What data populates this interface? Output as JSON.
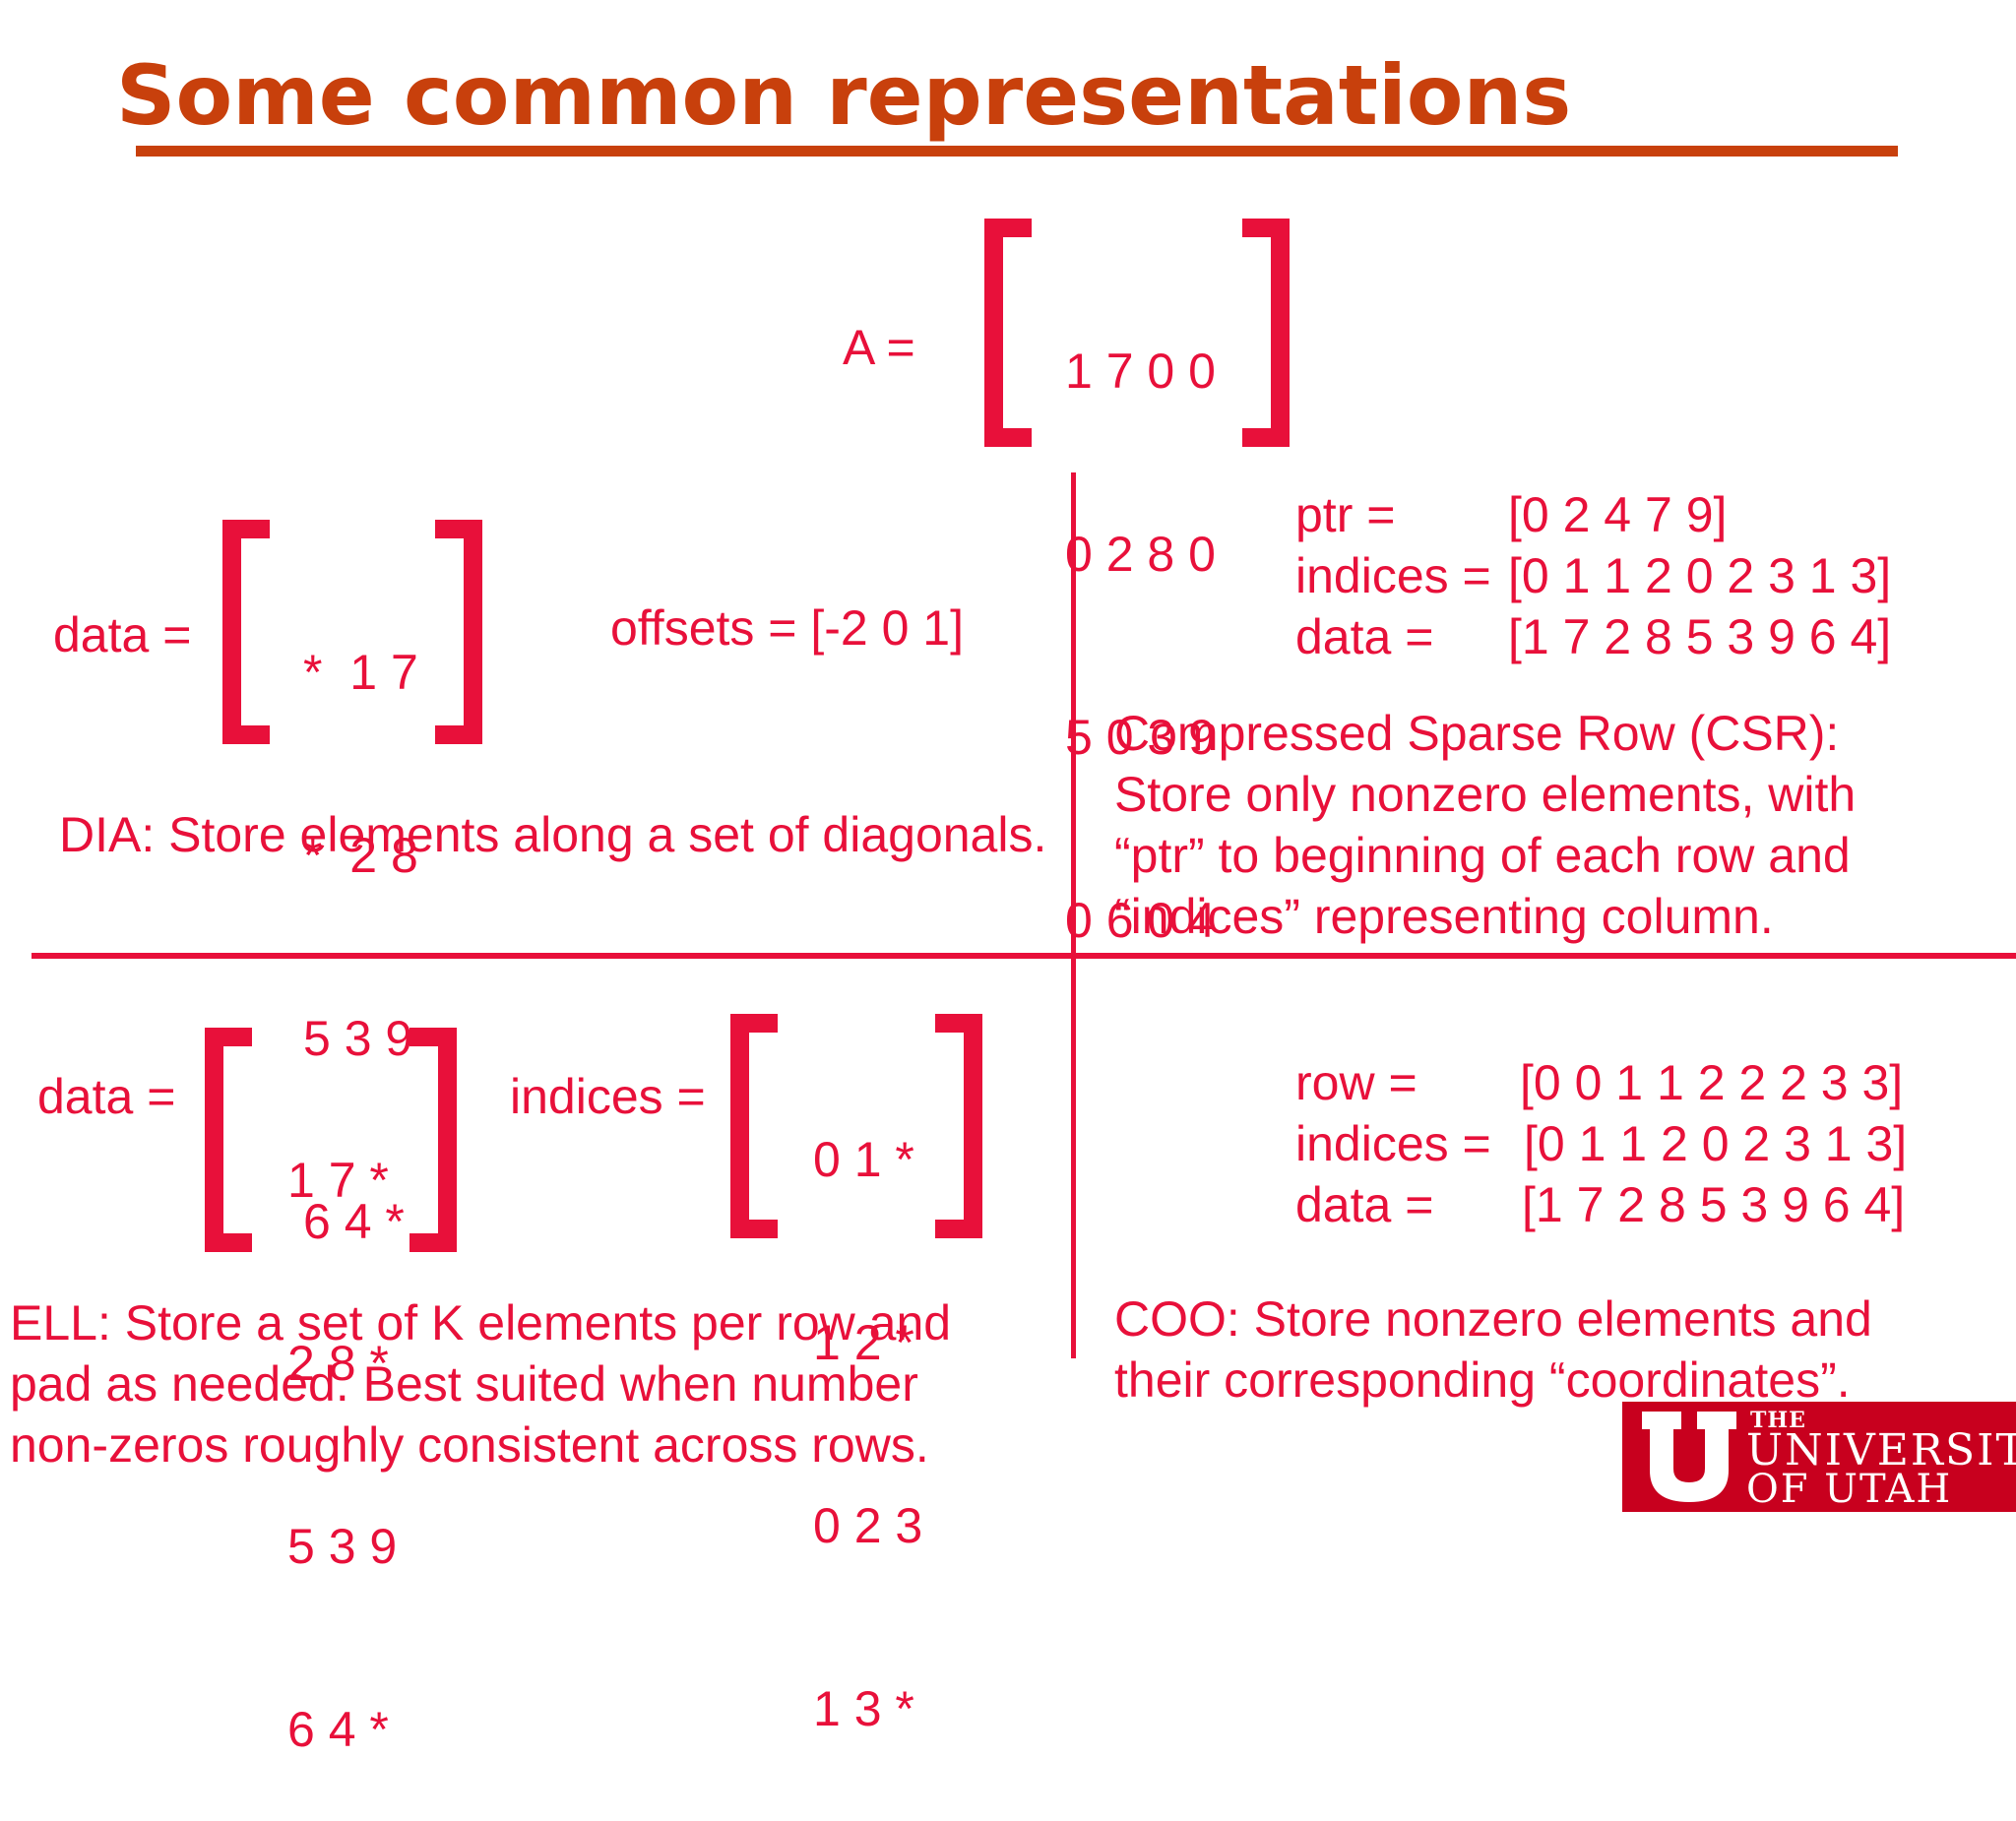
{
  "title": "Some common representations",
  "matrix_a": {
    "label": "A =",
    "rows": [
      "1 7 0 0",
      "0 2 8 0",
      "5 0 3 9",
      "0 6 0 4"
    ]
  },
  "dia": {
    "data_label": "data =",
    "data_rows": [
      "*  1 7",
      "*  2 8",
      "5 3 9",
      "6 4 *"
    ],
    "offsets": "offsets = [-2 0 1]",
    "description": "DIA: Store elements along a set of diagonals."
  },
  "csr": {
    "ptr_label": "ptr =",
    "ptr_value": "[0 2 4 7 9]",
    "indices_label": "indices =",
    "indices_value": "[0 1 1 2 0 2 3 1 3]",
    "data_label": "data =",
    "data_value": "[1 7 2 8 5 3 9 6 4]",
    "description": [
      "Compressed Sparse Row (CSR):",
      "Store only nonzero elements, with",
      "“ptr” to beginning of each row and",
      "“indices” representing column."
    ]
  },
  "ell": {
    "data_label": "data =",
    "data_rows": [
      "1 7 *",
      "2 8 *",
      "5 3 9",
      "6 4 *"
    ],
    "indices_label": "indices =",
    "indices_rows": [
      "0 1 *",
      "1 2 *",
      "0 2 3",
      "1 3 *"
    ],
    "description": [
      "ELL: Store a set of K elements per row and",
      "pad as needed. Best suited when number",
      "non-zeros roughly consistent across rows."
    ]
  },
  "coo": {
    "row_label": "row =",
    "row_value": "[0 0 1 1 2 2 2 3 3]",
    "indices_label": "indices =",
    "indices_value": "[0 1 1 2 0 2 3 1 3]",
    "data_label": "data =",
    "data_value": "[1 7 2 8 5 3 9 6 4]",
    "description": [
      "COO: Store nonzero elements and",
      "their corresponding “coordinates”."
    ]
  },
  "logo": {
    "the": "THE",
    "university": "UNIVERSITY",
    "of_utah": "OF UTAH"
  },
  "colors": {
    "text": "#e8103a",
    "title": "#c8400c",
    "logo": "#c8001e"
  }
}
